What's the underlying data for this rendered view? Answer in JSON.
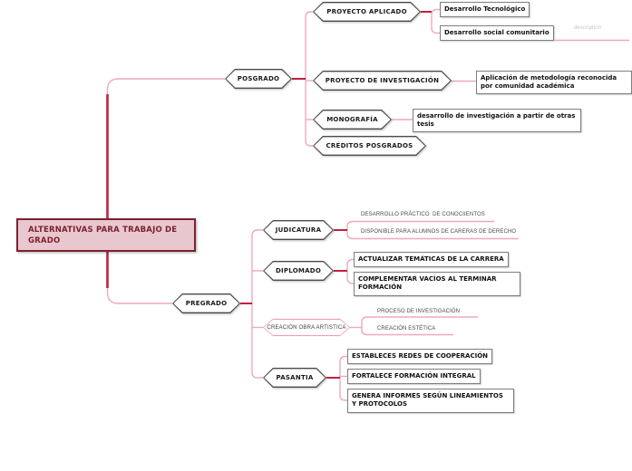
{
  "colors": {
    "trunk": "#c2203e",
    "branch_line": "#edaab8",
    "root_fill": "#e9c7ce",
    "root_border": "#7b2230",
    "hex_border": "#4a4a4a",
    "pink_hex_border": "#ef9dae"
  },
  "root": {
    "label": "ALTERNATIVAS PARA TRABAJO DE GRADO"
  },
  "branches": {
    "posgrado": {
      "label": "POSGRADO",
      "children": {
        "proyecto_aplicado": {
          "label": "PROYECTO APLICADO",
          "children": {
            "desarrollo_tecnologico": {
              "label": "Desarrollo Tecnológico"
            },
            "desarrollo_social": {
              "label": "Desarrollo social comunitario",
              "note_placeholder": "description"
            }
          }
        },
        "proyecto_investigacion": {
          "label": "PROYECTO DE INVESTIGACIÓN",
          "children": {
            "aplicacion_metodologia": {
              "label": "Aplicación de metodología reconocida por comunidad académica"
            }
          }
        },
        "monografia": {
          "label": "MONOGRAFÍA",
          "children": {
            "otras_tesis": {
              "label": "desarrollo de investigación a partir de otras tesis"
            }
          }
        },
        "creditos_posgrados": {
          "label": "CRÉDITOS POSGRADOS"
        }
      }
    },
    "pregrado": {
      "label": "PREGRADO",
      "children": {
        "judicatura": {
          "label": "JUDICATURA",
          "children": {
            "desarrollo_practico": {
              "label": "DESARROLLO PRÁCTICO  DE CONOCIIENTOS"
            },
            "disponible_alumnos": {
              "label": "DISPONIBLE PARA ALUMNOS DE CARERAS DE DERECHO"
            }
          }
        },
        "diplomado": {
          "label": "DIPLOMADO",
          "children": {
            "actualizar_tematicas": {
              "label": "ACTUALIZAR TEMÁTICAS DE LA CARRERA"
            },
            "complementar_vacios": {
              "label": "COMPLEMENTAR VACÍOS AL TERMINAR FORMACIÓN"
            }
          }
        },
        "creacion_obra": {
          "label": "CREACIÓN OBRA ARTISTICA",
          "children": {
            "proceso_investigacion": {
              "label": "PROCESO DE INVESTIGACIÓN"
            },
            "creacion_estetica": {
              "label": "CREACIÓN ESTÉTICA"
            }
          }
        },
        "pasantia": {
          "label": "PASANTIA",
          "children": {
            "estableces_redes": {
              "label": "ESTABLECES REDES DE COOPERACIÓN"
            },
            "fortalece_formacion": {
              "label": "FORTALECE FORMACIÓN INTEGRAL"
            },
            "genera_informes": {
              "label": "GENERA INFORMES SEGÚN LINEAMIENTOS Y PROTOCOLOS"
            }
          }
        }
      }
    }
  }
}
